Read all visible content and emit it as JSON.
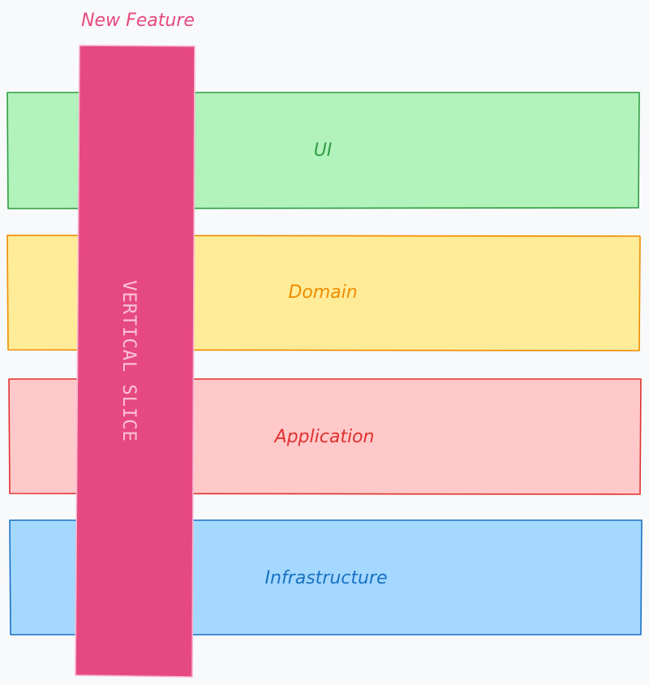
{
  "feature": {
    "label": "New Feature",
    "color": "#e64980",
    "fill": "#e64980",
    "stroke": "#f7b4cf"
  },
  "slice": {
    "label": "VERTICAL SLICE",
    "text_color": "#fcc2d7"
  },
  "layers": [
    {
      "label": "UI",
      "fill": "#b2f2bb",
      "stroke": "#2f9e44",
      "text_color": "#2f9e44"
    },
    {
      "label": "Domain",
      "fill": "#ffec99",
      "stroke": "#f08c00",
      "text_color": "#f08c00"
    },
    {
      "label": "Application",
      "fill": "#ffc9c9",
      "stroke": "#e03131",
      "text_color": "#e03131"
    },
    {
      "label": "Infrastructure",
      "fill": "#a5d8ff",
      "stroke": "#1971c2",
      "text_color": "#1971c2"
    }
  ]
}
